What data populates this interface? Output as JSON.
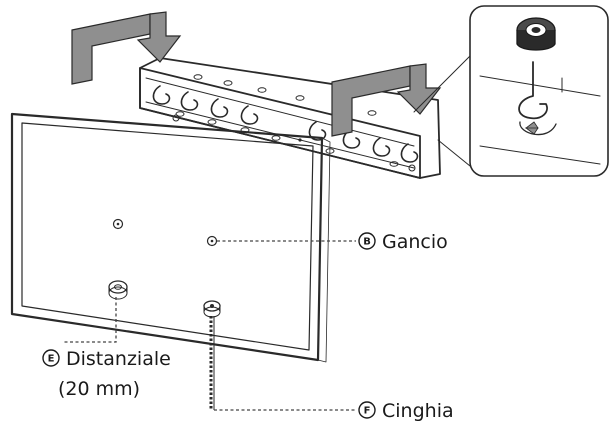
{
  "callouts": {
    "gancio": {
      "letter": "B",
      "label": "Gancio"
    },
    "distanziale": {
      "letter": "E",
      "label_line1": "Distanziale",
      "label_line2": "(20 mm)"
    },
    "cinghia": {
      "letter": "F",
      "label": "Cinghia"
    }
  },
  "colors": {
    "ink": "#2a2a2a",
    "arrow_gray": "#8f8f8f",
    "background": "#ffffff"
  }
}
